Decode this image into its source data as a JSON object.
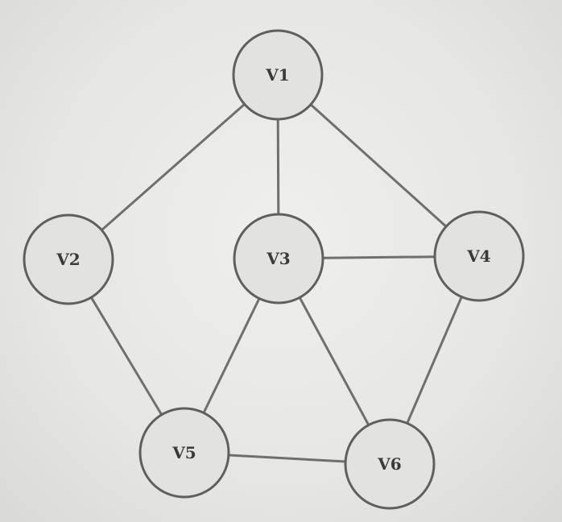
{
  "graph": {
    "nodes": [
      {
        "id": "v1",
        "label": "V1"
      },
      {
        "id": "v2",
        "label": "V2"
      },
      {
        "id": "v3",
        "label": "V3"
      },
      {
        "id": "v4",
        "label": "V4"
      },
      {
        "id": "v5",
        "label": "V5"
      },
      {
        "id": "v6",
        "label": "V6"
      }
    ],
    "edges": [
      {
        "from": "v1",
        "to": "v2"
      },
      {
        "from": "v1",
        "to": "v3"
      },
      {
        "from": "v1",
        "to": "v4"
      },
      {
        "from": "v2",
        "to": "v5"
      },
      {
        "from": "v3",
        "to": "v4"
      },
      {
        "from": "v3",
        "to": "v5"
      },
      {
        "from": "v3",
        "to": "v6"
      },
      {
        "from": "v4",
        "to": "v6"
      },
      {
        "from": "v5",
        "to": "v6"
      }
    ],
    "colors": {
      "edge": "#6f6f6c",
      "node_fill": "#e2e2df",
      "node_stroke": "#5f5f5c",
      "label": "#3a3a38"
    }
  }
}
